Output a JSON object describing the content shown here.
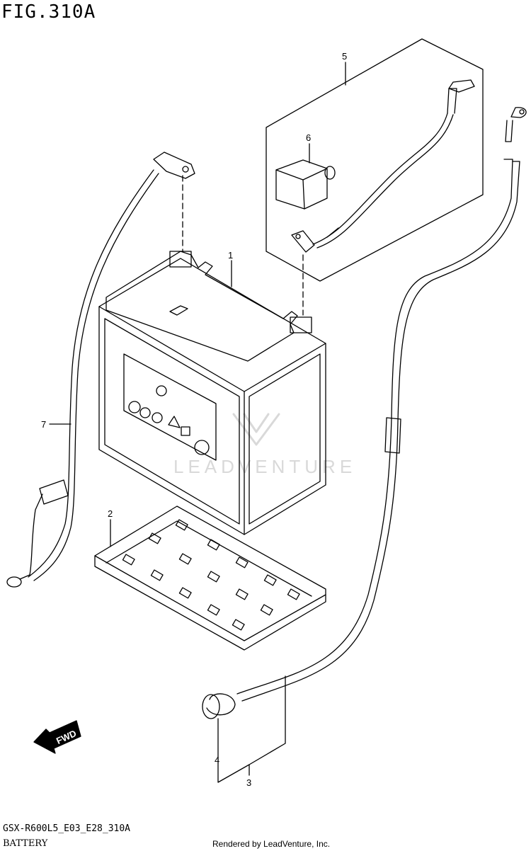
{
  "figure": {
    "title": "FIG.310A"
  },
  "parts": [
    {
      "callout": "1"
    },
    {
      "callout": "2"
    },
    {
      "callout": "3"
    },
    {
      "callout": "4"
    },
    {
      "callout": "5"
    },
    {
      "callout": "6"
    },
    {
      "callout": "7"
    }
  ],
  "arrow": {
    "label": "FWD"
  },
  "watermark": {
    "text": "LEADVENTURE"
  },
  "footer": {
    "model_code": "GSX-R600L5_E03_E28_310A",
    "section_title": "BATTERY",
    "credit": "Rendered by LeadVenture, Inc."
  }
}
